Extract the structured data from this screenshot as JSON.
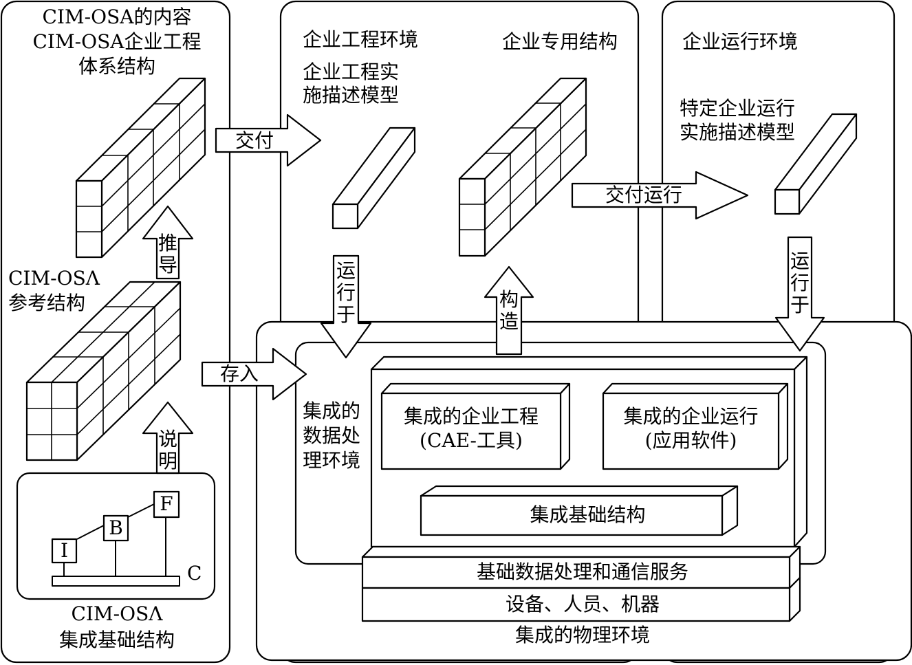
{
  "left_panel": {
    "content_title_1": "CIM-OSA的内容",
    "content_title_2": "CIM-OSA企业工程",
    "content_title_3": "体系结构",
    "reference_label_1": "CIM-OSΛ",
    "reference_label_2": "参考结构",
    "infra_label_1": "CIM-OSΛ",
    "infra_label_2": "集成基础结构",
    "arrow_derive": "推导",
    "arrow_explain": "说明",
    "node_i": "I",
    "node_b": "B",
    "node_f": "F",
    "node_c": "C"
  },
  "middle_panel": {
    "title": "企业工程环境",
    "model_1": "企业工程实",
    "model_2": "施描述模型",
    "specific_title": "企业专用结构",
    "arrow_run_on": "运行于",
    "arrow_build": "构造"
  },
  "right_panel": {
    "title": "企业运行环境",
    "model_1": "特定企业运行",
    "model_2": "实施描述模型",
    "arrow_run_on": "运行于"
  },
  "arrows": {
    "deliver": "交付",
    "store": "存入",
    "deliver_run": "交付运行"
  },
  "bottom": {
    "data_env_1": "集成的",
    "data_env_2": "数据处",
    "data_env_3": "理环境",
    "cae_1": "集成的企业工程",
    "cae_2": "(CAE-工具)",
    "app_1": "集成的企业运行",
    "app_2": "(应用软件)",
    "infra": "集成基础结构",
    "basic_services": "基础数据处理和通信服务",
    "devices": "设备、人员、机器",
    "physical_env": "集成的物理环境"
  },
  "colors": {
    "line": "#000000",
    "background": "#ffffff"
  }
}
